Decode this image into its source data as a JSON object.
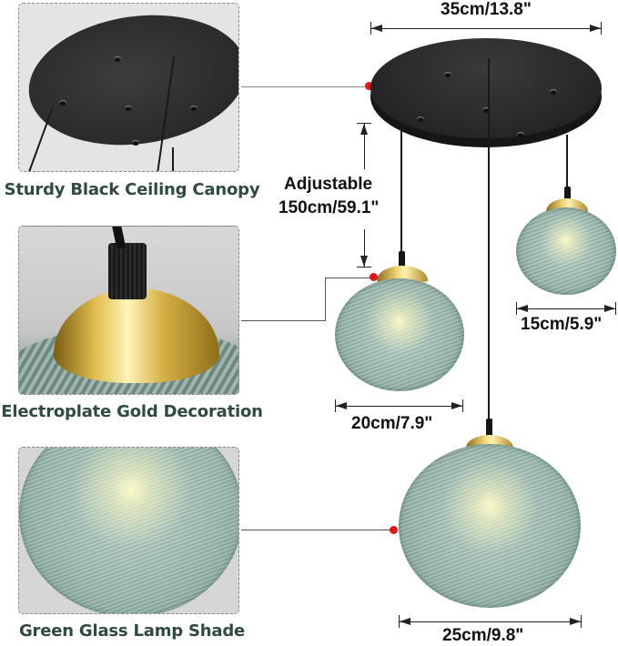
{
  "callouts": [
    {
      "id": "canopy",
      "caption": "Sturdy Black Ceiling Canopy"
    },
    {
      "id": "gold",
      "caption": "Electroplate Gold Decoration"
    },
    {
      "id": "shade",
      "caption": "Green Glass Lamp Shade"
    }
  ],
  "dimensions": {
    "canopy_width": "35cm/13.8\"",
    "cord_length_label": "Adjustable",
    "cord_length_value": "150cm/59.1\"",
    "small_shade": "15cm/5.9\"",
    "medium_shade": "20cm/7.9\"",
    "large_shade": "25cm/9.8\""
  },
  "colors": {
    "caption_text": "#2f4a40",
    "marker_dot": "#e0161b",
    "canopy": "#262626",
    "glass": "#93b2a7",
    "gold": "#d9b64a"
  }
}
